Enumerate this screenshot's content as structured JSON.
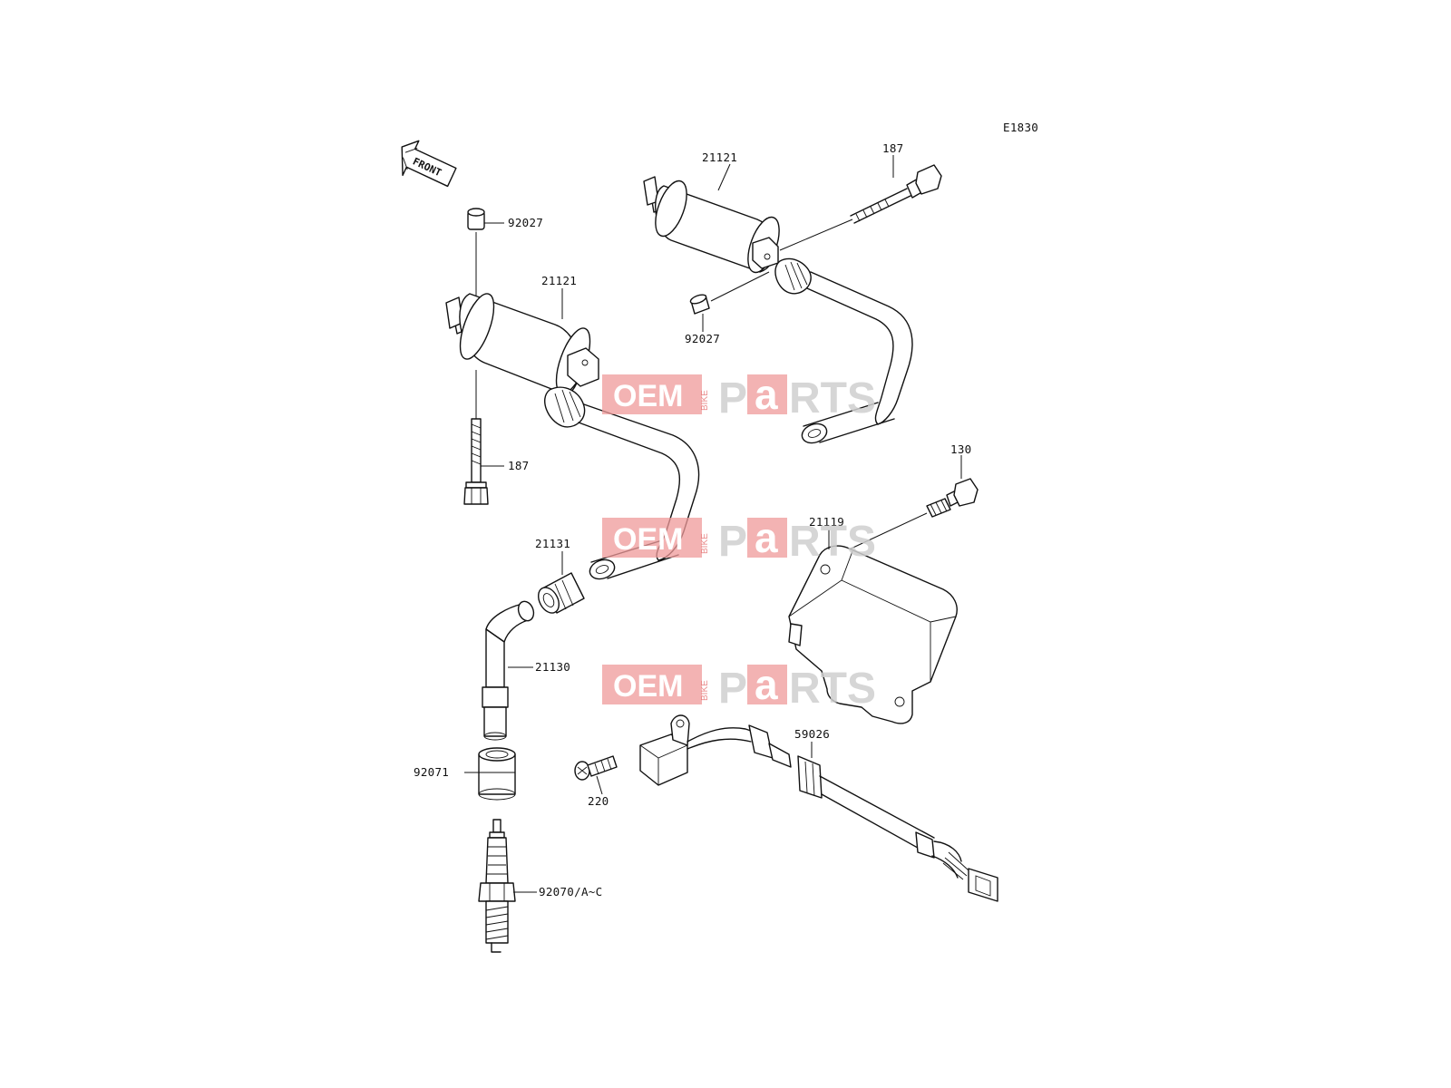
{
  "diagram_code": "E1830",
  "front_label": "FRONT",
  "watermark": {
    "oem": "OEM",
    "bike": "BIKE",
    "p": "P",
    "a": "a",
    "rts": "RTS"
  },
  "labels": {
    "coil_top": "21121",
    "bolt_top": "187",
    "collar_top": "92027",
    "coil_left": "21121",
    "collar_left": "92027",
    "bolt_left": "187",
    "bolt_130": "130",
    "igniter": "21119",
    "seal": "21131",
    "cap": "21130",
    "boot": "92071",
    "plug": "92070/A~C",
    "sensor": "59026",
    "screw": "220"
  }
}
